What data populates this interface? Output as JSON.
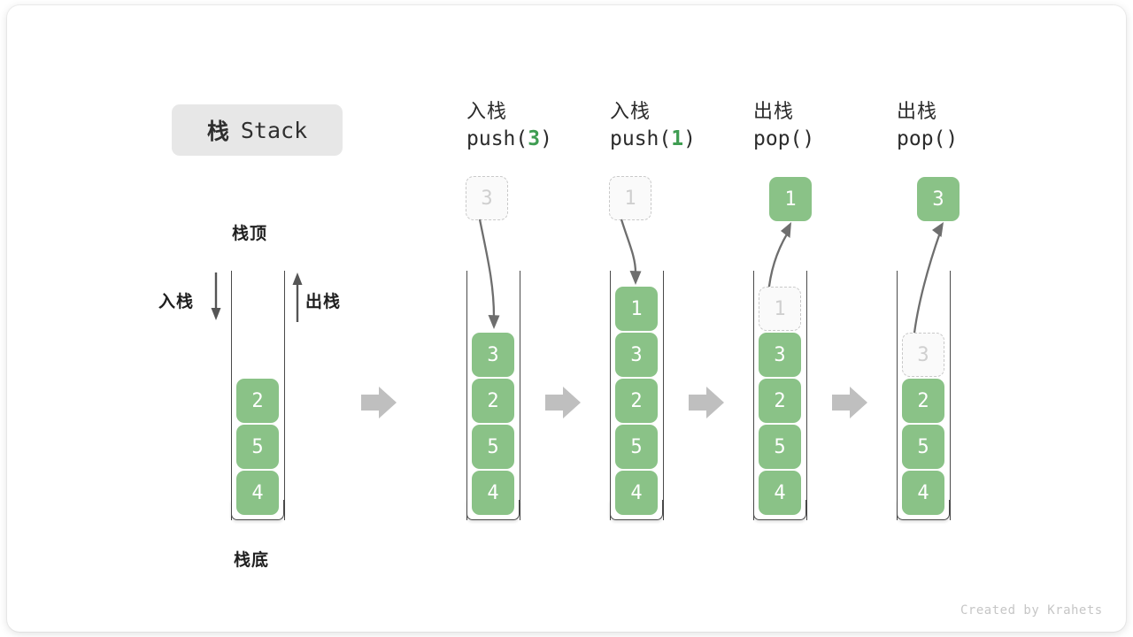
{
  "card": {
    "title_badge": {
      "cn": "栈",
      "en": "Stack"
    },
    "footer": "Created by Krahets"
  },
  "palette": {
    "cell_fill": "#8ac287",
    "cell_text": "#ffffff",
    "ghost_border": "#c9c9c9",
    "ghost_text": "#cfcfcf",
    "accent_green": "#3f9d52",
    "tube_stroke": "#4a4a4a",
    "arrow_gray": "#6e6e6e",
    "step_arrow": "#bfbfbf",
    "badge_bg": "#e7e7e7"
  },
  "labels": {
    "top": "栈顶",
    "bottom": "栈底",
    "push_side": "入栈",
    "pop_side": "出栈"
  },
  "icons": {
    "down_arrow": "push-down-arrow-icon",
    "up_arrow": "pop-up-arrow-icon",
    "step": "step-right-arrow-icon"
  },
  "columns": [
    {
      "id": "initial",
      "head_line1": "",
      "head_line2": "",
      "head_arg": "",
      "stack": [
        "2",
        "5",
        "4"
      ],
      "ghost_in_stack": null,
      "floating_cell": null,
      "floating_kind": null
    },
    {
      "id": "push-3",
      "head_line1": "入栈",
      "head_line2_prefix": "push(",
      "head_arg": "3",
      "head_line2_suffix": ")",
      "stack": [
        "3",
        "2",
        "5",
        "4"
      ],
      "ghost_in_stack": null,
      "floating_cell": "3",
      "floating_kind": "ghost"
    },
    {
      "id": "push-1",
      "head_line1": "入栈",
      "head_line2_prefix": "push(",
      "head_arg": "1",
      "head_line2_suffix": ")",
      "stack": [
        "1",
        "3",
        "2",
        "5",
        "4"
      ],
      "ghost_in_stack": null,
      "floating_cell": "1",
      "floating_kind": "ghost"
    },
    {
      "id": "pop-1",
      "head_line1": "出栈",
      "head_line2_prefix": "pop(",
      "head_arg": "",
      "head_line2_suffix": ")",
      "stack": [
        "3",
        "2",
        "5",
        "4"
      ],
      "ghost_in_stack": "1",
      "floating_cell": "1",
      "floating_kind": "full"
    },
    {
      "id": "pop-3",
      "head_line1": "出栈",
      "head_line2_prefix": "pop(",
      "head_arg": "",
      "head_line2_suffix": ")",
      "stack": [
        "2",
        "5",
        "4"
      ],
      "ghost_in_stack": "3",
      "floating_cell": "3",
      "floating_kind": "full"
    }
  ]
}
